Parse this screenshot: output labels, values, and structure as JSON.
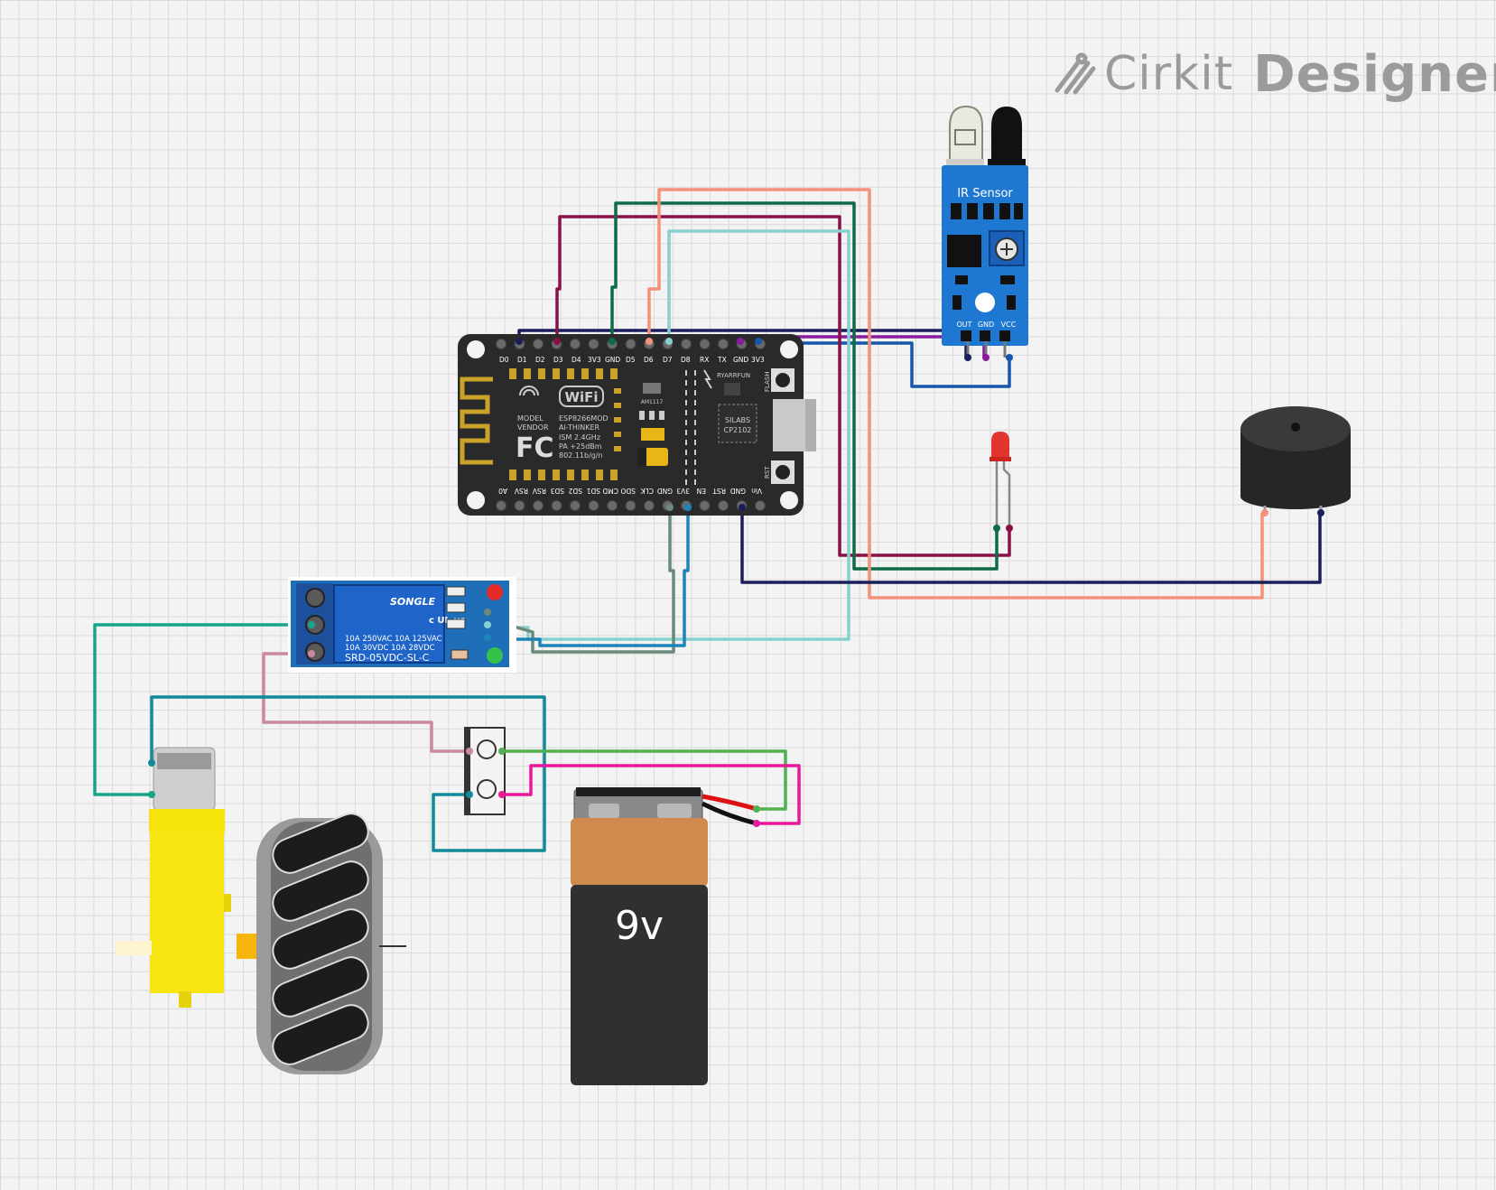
{
  "brand": {
    "first": "Cirkit",
    "second": "Designer",
    "logo_icon": "cirkit-logo-icon"
  },
  "nodemcu": {
    "top_pins": [
      "D0",
      "D1",
      "D2",
      "D3",
      "D4",
      "3V3",
      "GND",
      "D5",
      "D6",
      "D7",
      "D8",
      "RX",
      "TX",
      "GND",
      "3V3"
    ],
    "bottom_pins": [
      "A0",
      "RSV",
      "RSV",
      "SD3",
      "SD2",
      "SD1",
      "CMD",
      "SDO",
      "CLK",
      "GND",
      "3V3",
      "EN",
      "RST",
      "GND",
      "Vin"
    ],
    "wifi_logo": "WiFi",
    "model_label": "MODEL",
    "vendor_label": "VENDOR",
    "module": "ESP8266MOD",
    "vendor": "AI-THINKER",
    "ism": "ISM 2.4GHz",
    "pa": "PA +25dBm",
    "standard": "802.11b/g/n",
    "fcc": "FC",
    "regulator": "AM1117",
    "usb_chip_1": "SILABS",
    "usb_chip_2": "CP2102",
    "flash": "FLASH",
    "rst": "RST",
    "brand_mark": "RYARRFUN"
  },
  "ir_sensor": {
    "title": "IR Sensor",
    "pins": [
      "OUT",
      "GND",
      "VCC"
    ]
  },
  "relay": {
    "brand": "SONGLE",
    "rating_1": "10A 250VAC  10A 125VAC",
    "rating_2": "10A  30VDC  10A  28VDC",
    "model": "SRD-05VDC-SL-C",
    "cert": "c UL us"
  },
  "battery": {
    "label": "9v"
  },
  "colors": {
    "navy": "#1a1f5c",
    "maroon": "#8a1146",
    "dkgreen": "#0d6b45",
    "salmon": "#f5907a",
    "ltcyan": "#88cfcf",
    "purple": "#8a1aa0",
    "blue": "#1557a8",
    "teal": "#14a58a",
    "tealdk": "#138a9a",
    "grayg": "#6b8a7a",
    "pink": "#c98aa0",
    "green": "#52b052",
    "magenta": "#e8189a"
  }
}
